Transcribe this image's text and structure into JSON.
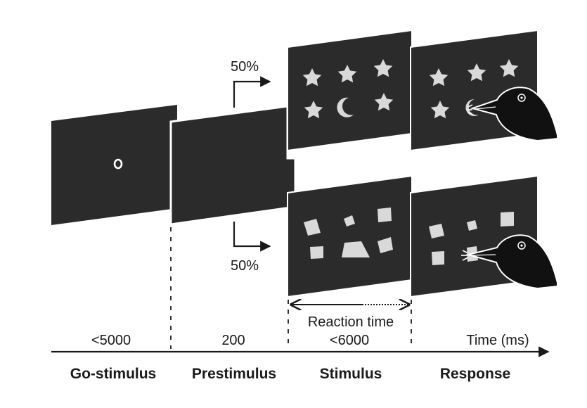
{
  "branches": {
    "top_percent": "50%",
    "bottom_percent": "50%"
  },
  "durations": {
    "go": "<5000",
    "prestimulus": "200",
    "stimulus": "<6000"
  },
  "axis": {
    "label": "Time (ms)"
  },
  "reaction": {
    "label": "Reaction time"
  },
  "phases": {
    "go": "Go-stimulus",
    "prestimulus": "Prestimulus",
    "stimulus": "Stimulus",
    "response": "Response"
  },
  "colors": {
    "panel": "#2b2b2b",
    "shape": "#d9d9d9",
    "ink": "#1a1a1a",
    "background": "#ffffff"
  },
  "panels": {
    "go": {
      "content": "circle"
    },
    "stimulus_top": {
      "content": "stars-and-moon"
    },
    "stimulus_bottom": {
      "content": "polygons"
    },
    "response_top": {
      "content": "crow-pecking-moon"
    },
    "response_bottom": {
      "content": "crow-pecking-polygon"
    }
  }
}
